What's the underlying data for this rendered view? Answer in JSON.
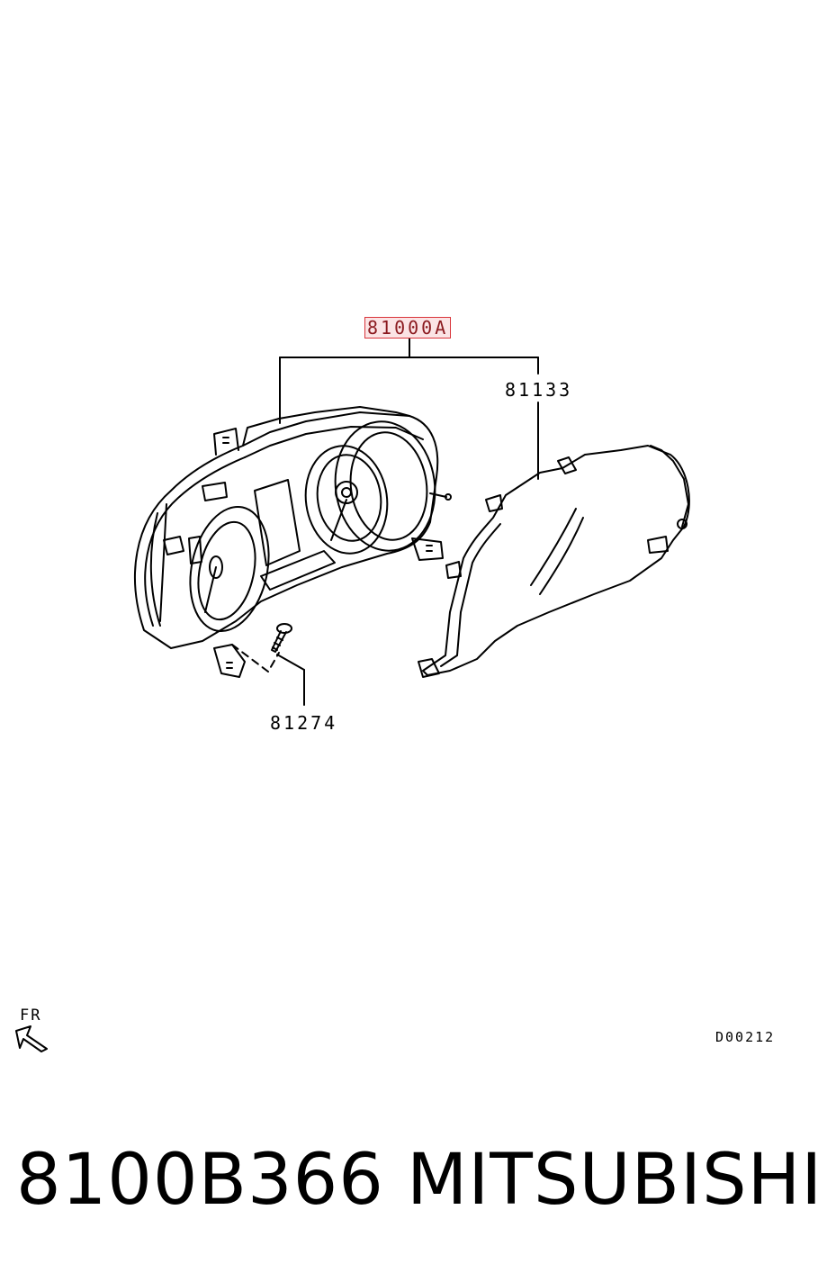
{
  "callouts": {
    "assembly": "81000A",
    "lens": "81133",
    "screw": "81274"
  },
  "direction_label": "FR",
  "diagram_code": "D00212",
  "footer": {
    "part_number": "8100B366",
    "brand": "MITSUBISHI"
  },
  "colors": {
    "highlight_border": "#d9343a",
    "highlight_fill": "#fbe4e5",
    "line": "#000000"
  },
  "icons": [
    "front-direction-arrow-icon"
  ]
}
